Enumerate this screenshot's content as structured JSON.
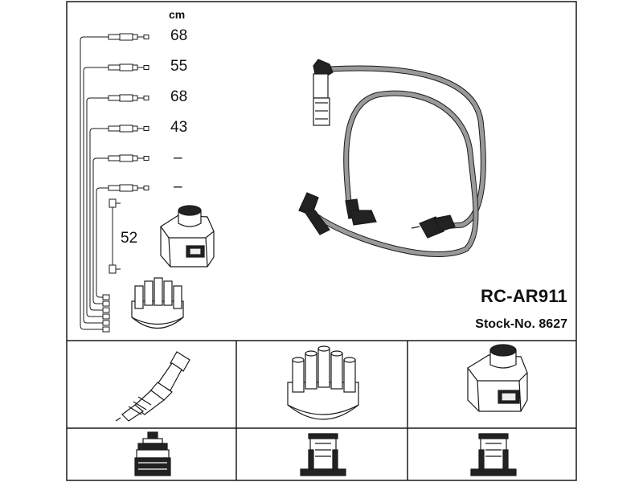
{
  "unit_label": "cm",
  "lengths": [
    "68",
    "55",
    "68",
    "43",
    "–",
    "–"
  ],
  "extra_length": "52",
  "product": {
    "code": "RC-AR911",
    "stock": "Stock-No. 8627"
  },
  "colors": {
    "line": "#1a1a1a",
    "cable": "#999999",
    "fill_dark": "#222222",
    "fill_light": "#eeeeee"
  }
}
